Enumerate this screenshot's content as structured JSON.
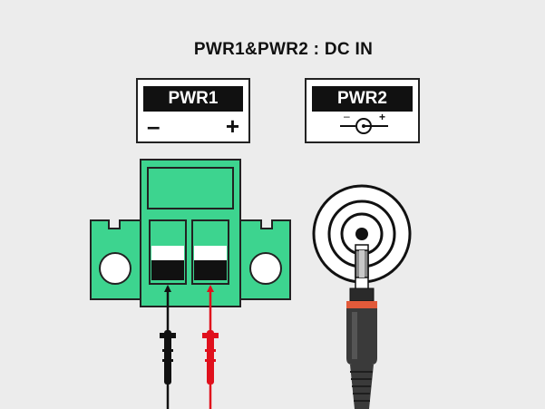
{
  "title": "PWR1&PWR2 : DC IN",
  "pwr1": {
    "label": "PWR1",
    "minus": "–",
    "plus": "+"
  },
  "pwr2": {
    "label": "PWR2",
    "minus": "–",
    "plus": "+"
  },
  "colors": {
    "terminal_green": "#3dd48f",
    "terminal_outline": "#222222",
    "wire_black": "#111111",
    "wire_red": "#e0101c",
    "plug_band": "#e25a3a"
  }
}
